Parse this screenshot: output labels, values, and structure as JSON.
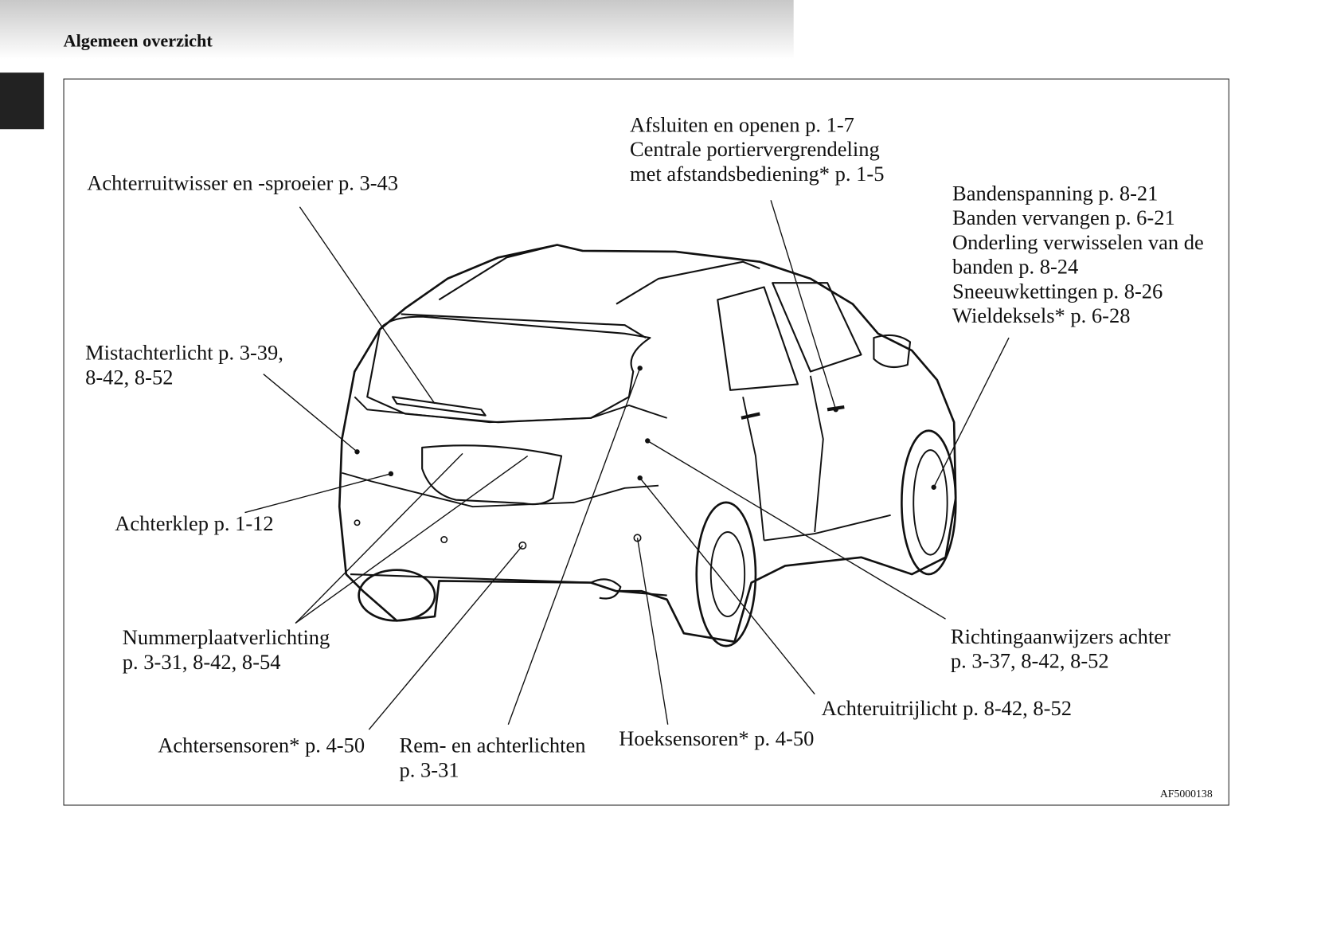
{
  "header": {
    "title": "Algemeen overzicht"
  },
  "figure_code": "AF5000138",
  "labels": {
    "lock": [
      "Afsluiten en openen p. 1-7",
      "Centrale portiervergrendeling",
      "met afstandsbediening* p. 1-5"
    ],
    "wiper": [
      "Achterruitwisser en -sproeier p. 3-43"
    ],
    "tyres": [
      "Bandenspanning p. 8-21",
      "Banden vervangen p. 6-21",
      "Onderling verwisselen van de",
      "banden p. 8-24",
      "Sneeuwkettingen p. 8-26",
      "Wieldeksels* p. 6-28"
    ],
    "fog": [
      "Mistachterlicht p. 3-39,",
      "8-42, 8-52"
    ],
    "tailgate": [
      "Achterklep p. 1-12"
    ],
    "plate": [
      "Nummerplaatverlichting",
      "p. 3-31, 8-42, 8-54"
    ],
    "turn": [
      "Richtingaanwijzers achter",
      "p. 3-37, 8-42, 8-52"
    ],
    "reverse": [
      "Achteruitrijlicht p. 8-42, 8-52"
    ],
    "rear_sensors": [
      "Achtersensoren* p. 4-50"
    ],
    "brake": [
      "Rem- en achterlichten",
      "p. 3-31"
    ],
    "corner_sensors": [
      "Hoeksensoren* p. 4-50"
    ]
  }
}
